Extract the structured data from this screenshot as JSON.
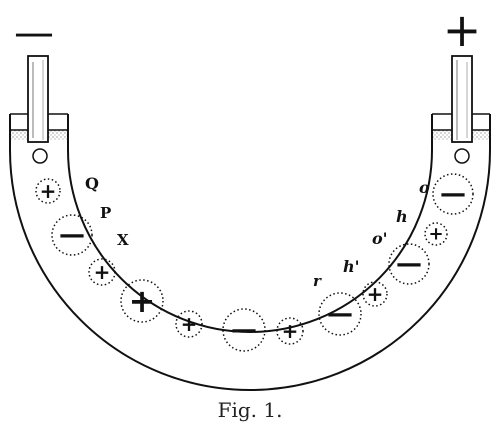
{
  "electrodes": {
    "negative_sign": "—",
    "positive_sign": "+"
  },
  "labels": {
    "Q": "Q",
    "P": "P",
    "X": "X",
    "r": "r",
    "h_prime": "h'",
    "o_prime": "o'",
    "h": "h",
    "o": "o"
  },
  "ions": {
    "plus_sign": "+",
    "minus_sign": "—"
  },
  "caption": "Fig. 1.",
  "colors": {
    "ink": "#111111",
    "background": "#ffffff"
  }
}
